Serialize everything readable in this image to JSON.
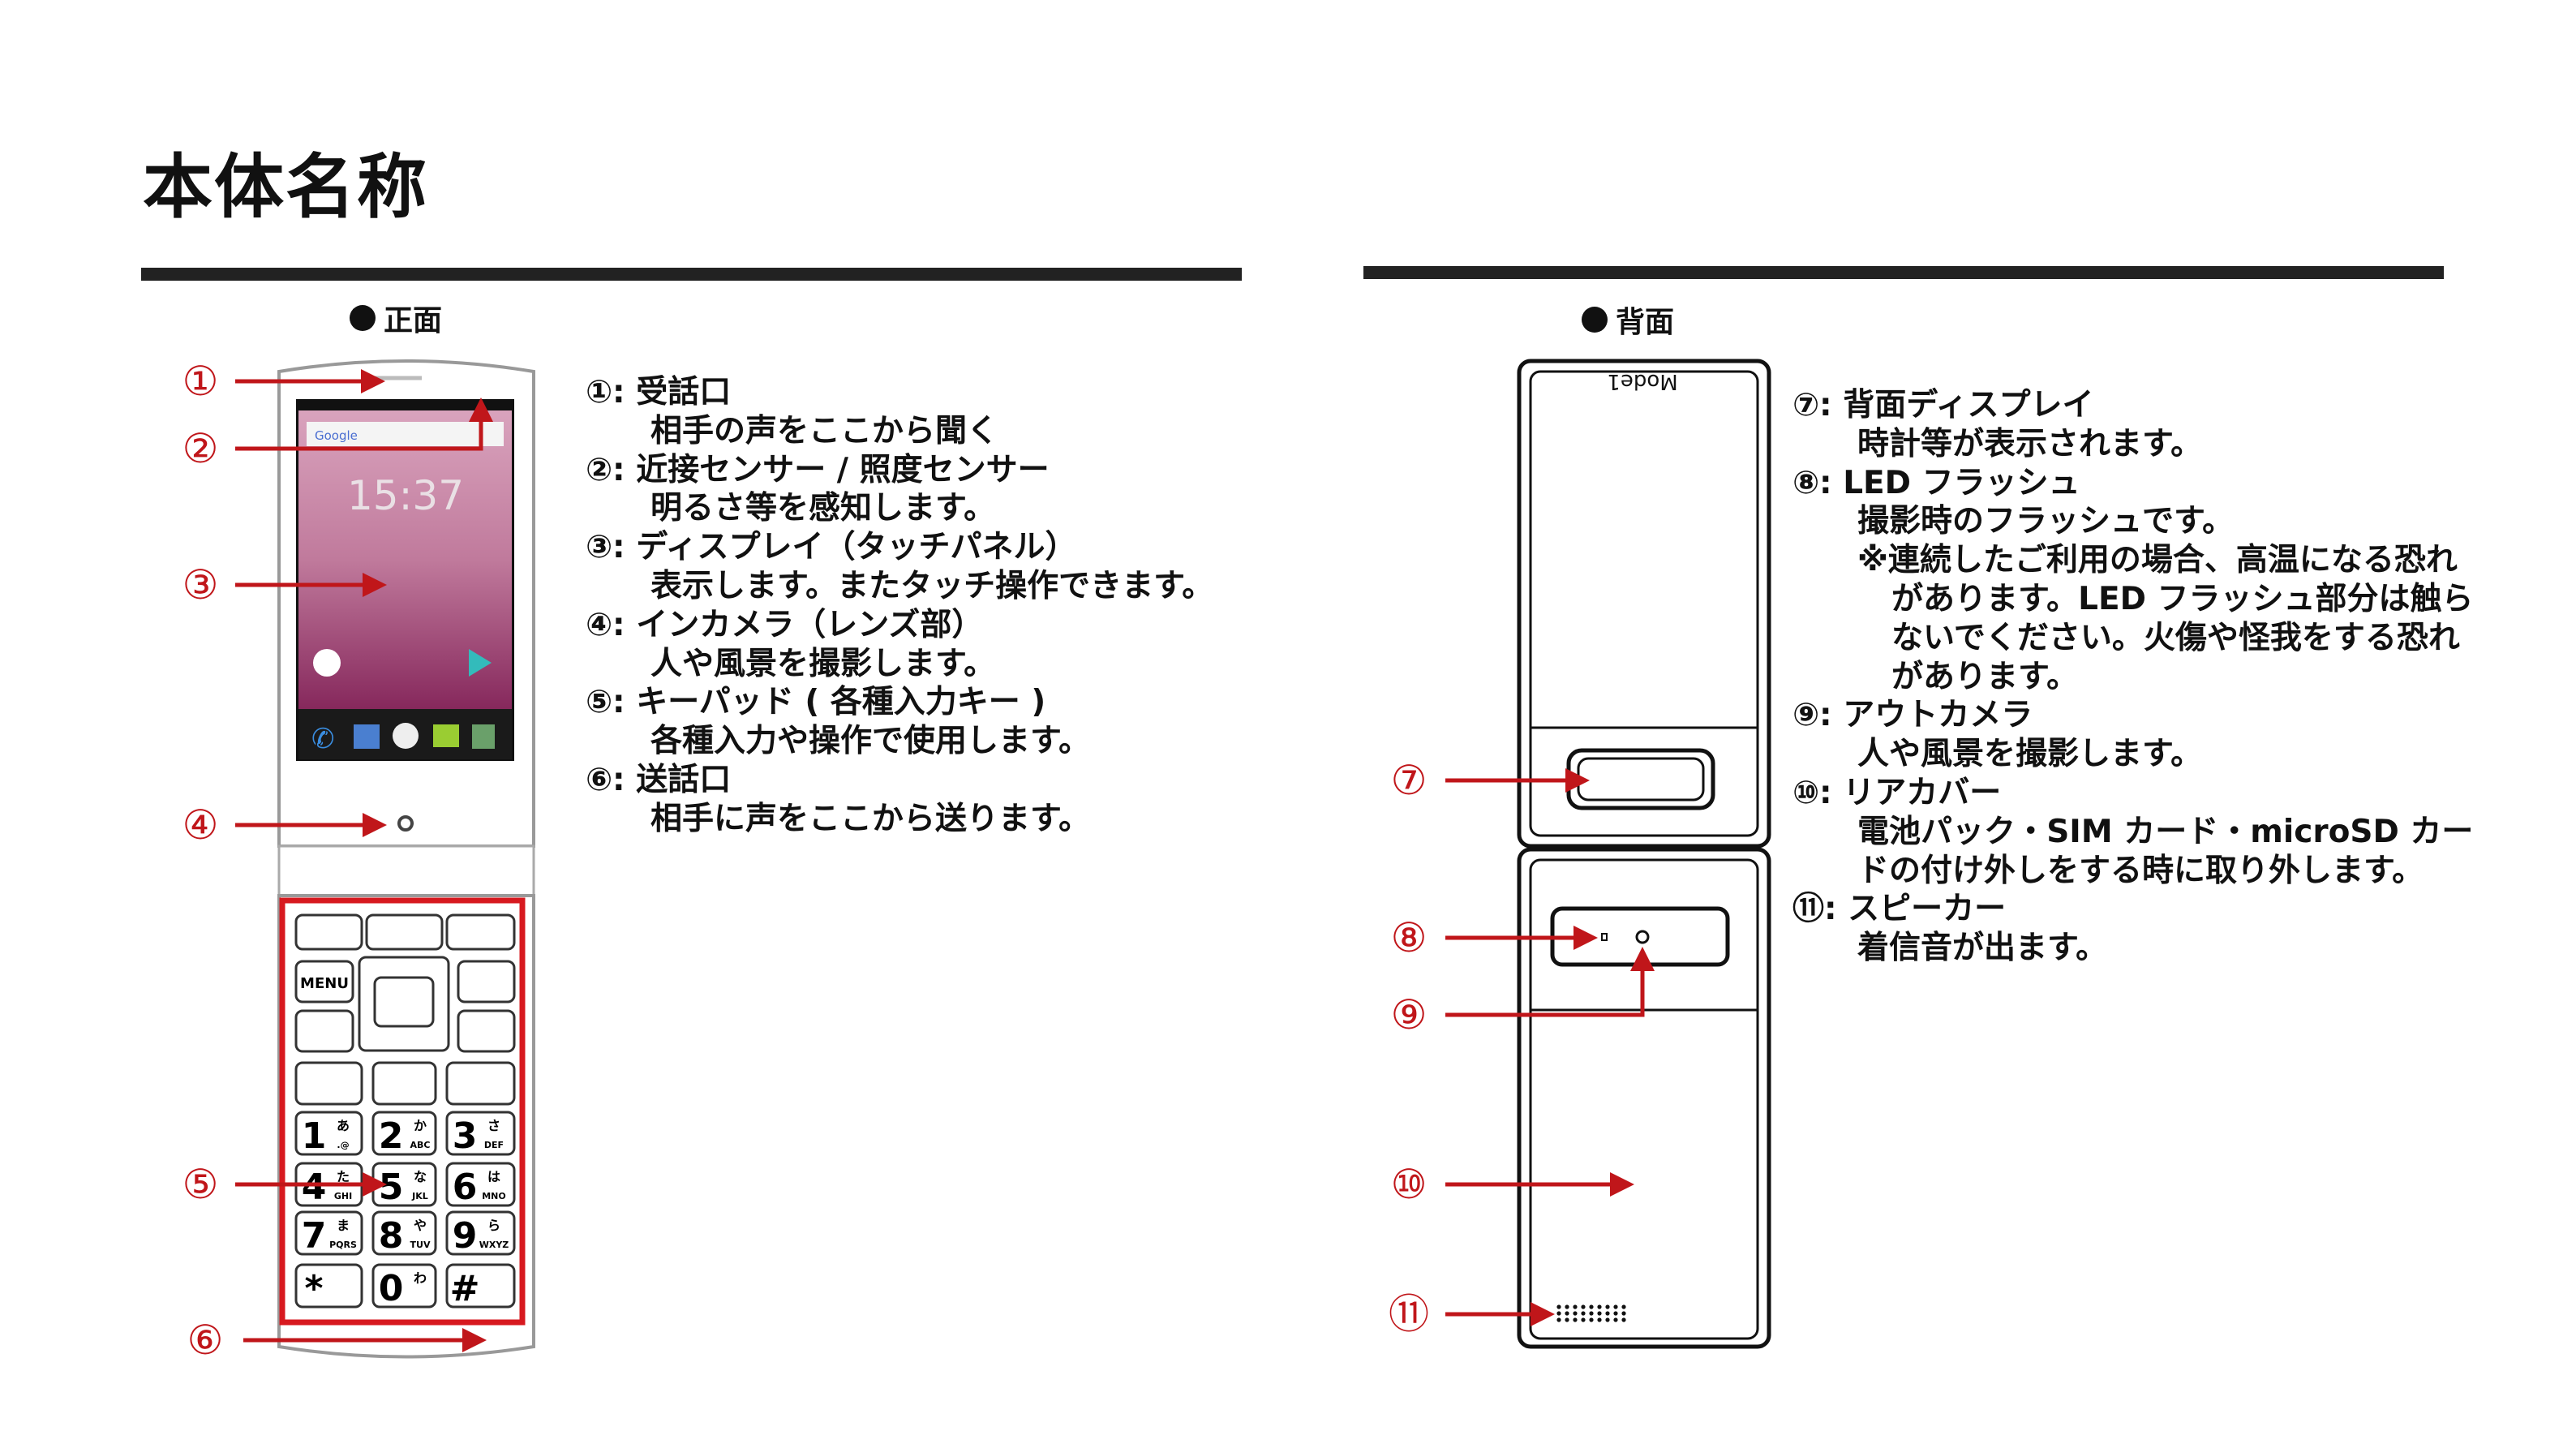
{
  "page_title": "本体名称",
  "front": {
    "heading": "正面",
    "screen": {
      "time": "15:37",
      "search_label": "Google"
    },
    "keys": {
      "top": [
        "",
        "",
        ""
      ],
      "menu": "MENU",
      "digits": [
        {
          "d": "1",
          "k": "あ",
          "l": ".@"
        },
        {
          "d": "2",
          "k": "か",
          "l": "ABC"
        },
        {
          "d": "3",
          "k": "さ",
          "l": "DEF"
        },
        {
          "d": "4",
          "k": "た",
          "l": "GHI"
        },
        {
          "d": "5",
          "k": "な",
          "l": "JKL"
        },
        {
          "d": "6",
          "k": "は",
          "l": "MNO"
        },
        {
          "d": "7",
          "k": "ま",
          "l": "PQRS"
        },
        {
          "d": "8",
          "k": "や",
          "l": "TUV"
        },
        {
          "d": "9",
          "k": "ら",
          "l": "WXYZ"
        },
        {
          "d": "*",
          "k": "",
          "l": ""
        },
        {
          "d": "0",
          "k": "わ",
          "l": ""
        },
        {
          "d": "#",
          "k": "",
          "l": ""
        }
      ]
    },
    "callouts": [
      "①",
      "②",
      "③",
      "④",
      "⑤",
      "⑥"
    ],
    "items": [
      {
        "label": "①: 受話口",
        "desc": "相手の声をここから聞く"
      },
      {
        "label": "②: 近接センサー / 照度センサー",
        "desc": "明るさ等を感知します。"
      },
      {
        "label": "③: ディスプレイ（タッチパネル）",
        "desc": "表示します。またタッチ操作できます。"
      },
      {
        "label": "④: インカメラ（レンズ部）",
        "desc": "人や風景を撮影します。"
      },
      {
        "label": "⑤: キーパッド ( 各種入力キー )",
        "desc": "各種入力や操作で使用します。"
      },
      {
        "label": "⑥: 送話口",
        "desc": "相手に声をここから送ります。"
      }
    ]
  },
  "back": {
    "heading": "背面",
    "model_mark": "Mode1",
    "callouts": [
      "⑦",
      "⑧",
      "⑨",
      "⑩",
      "⑪"
    ],
    "items": [
      {
        "label": "⑦: 背面ディスプレイ",
        "desc": [
          "時計等が表示されます。"
        ]
      },
      {
        "label": "⑧: LED フラッシュ",
        "desc": [
          "撮影時のフラッシュです。"
        ],
        "note": [
          "※連続したご利用の場合、高温になる恐れ",
          "があります。LED フラッシュ部分は触ら",
          "ないでください。火傷や怪我をする恐れ",
          "があります。"
        ]
      },
      {
        "label": "⑨: アウトカメラ",
        "desc": [
          "人や風景を撮影します。"
        ]
      },
      {
        "label": "⑩: リアカバー",
        "desc": [
          "電池パック・SIM カード・microSD カー",
          "ドの付け外しをする時に取り外します。"
        ]
      },
      {
        "label": "⑪: スピーカー",
        "desc": [
          "着信音が出ます。"
        ]
      }
    ]
  },
  "colors": {
    "accent_red": "#c0161a",
    "rule": "#222222",
    "screen_top": "#c98aa8",
    "screen_bottom": "#8a2a5e"
  }
}
